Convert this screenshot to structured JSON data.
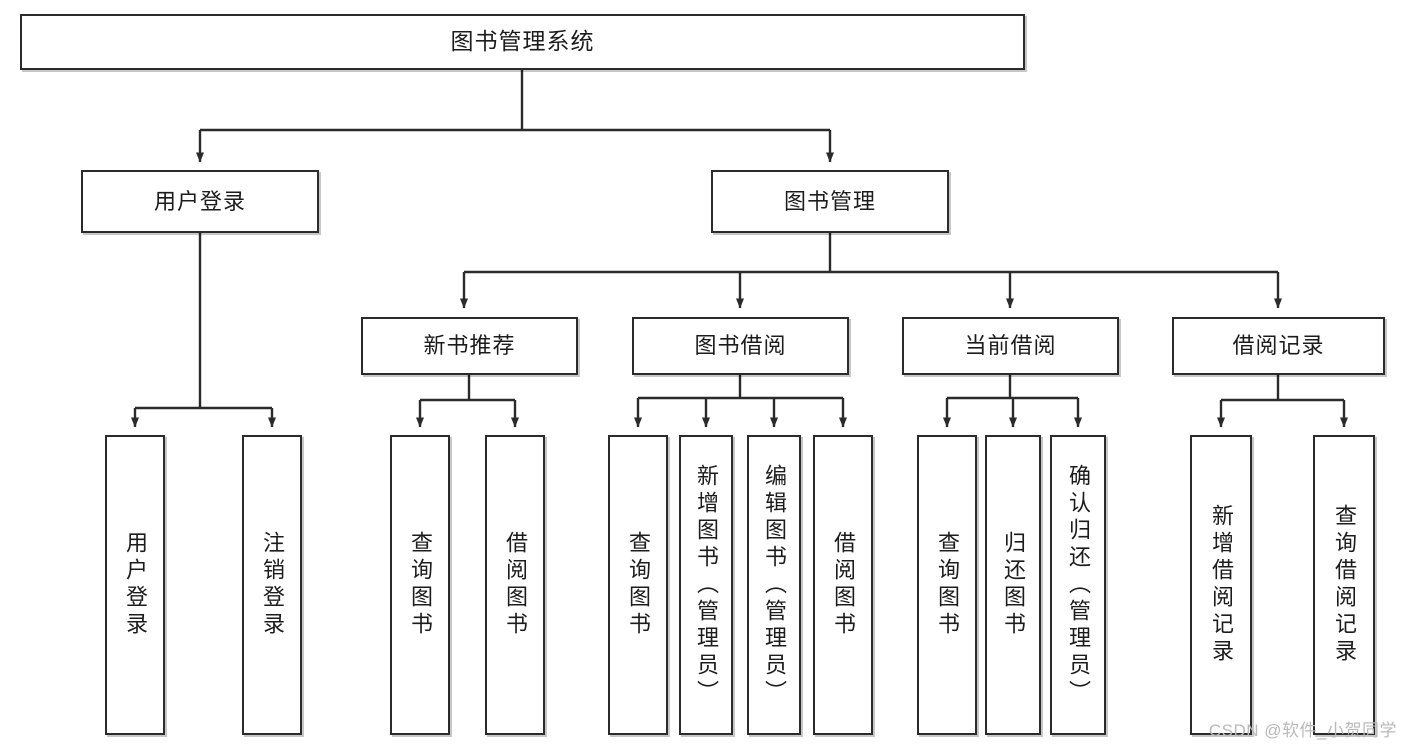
{
  "diagram": {
    "type": "tree-hierarchy",
    "title": "图书管理系统",
    "watermark": "CSDN @软件_小贺同学",
    "colors": {
      "box_border": "#2b2b2b",
      "box_fill": "#ffffff",
      "line": "#2b2b2b",
      "text": "#1c1c1c",
      "watermark": "#b9b9b9"
    },
    "nodes": {
      "root": {
        "label": "图书管理系统",
        "level": 1
      },
      "l2": [
        {
          "id": "user-login",
          "label": "用户登录",
          "level": 2
        },
        {
          "id": "book-manage",
          "label": "图书管理",
          "level": 2
        }
      ],
      "l3": [
        {
          "id": "new-book-rec",
          "label": "新书推荐",
          "level": 3,
          "parent": "book-manage"
        },
        {
          "id": "book-borrow",
          "label": "图书借阅",
          "level": 3,
          "parent": "book-manage"
        },
        {
          "id": "current-borrow",
          "label": "当前借阅",
          "level": 3,
          "parent": "book-manage"
        },
        {
          "id": "borrow-record",
          "label": "借阅记录",
          "level": 3,
          "parent": "book-manage"
        }
      ],
      "leaves": [
        {
          "id": "leaf-user-login",
          "label": "用户登录",
          "parent": "user-login"
        },
        {
          "id": "leaf-user-logout",
          "label": "注销登录",
          "parent": "user-login"
        },
        {
          "id": "leaf-rec-query",
          "label": "查询图书",
          "parent": "new-book-rec"
        },
        {
          "id": "leaf-rec-borrow",
          "label": "借阅图书",
          "parent": "new-book-rec"
        },
        {
          "id": "leaf-borrow-query",
          "label": "查询图书",
          "parent": "book-borrow"
        },
        {
          "id": "leaf-borrow-add",
          "label": "新增图书（管理员）",
          "parent": "book-borrow"
        },
        {
          "id": "leaf-borrow-edit",
          "label": "编辑图书（管理员）",
          "parent": "book-borrow"
        },
        {
          "id": "leaf-borrow-do",
          "label": "借阅图书",
          "parent": "book-borrow"
        },
        {
          "id": "leaf-cur-query",
          "label": "查询图书",
          "parent": "current-borrow"
        },
        {
          "id": "leaf-cur-return",
          "label": "归还图书",
          "parent": "current-borrow"
        },
        {
          "id": "leaf-cur-confirm",
          "label": "确认归还（管理员）",
          "parent": "current-borrow"
        },
        {
          "id": "leaf-rec-add",
          "label": "新增借阅记录",
          "parent": "borrow-record"
        },
        {
          "id": "leaf-rec-query-record",
          "label": "查询借阅记录",
          "parent": "borrow-record"
        }
      ]
    }
  }
}
